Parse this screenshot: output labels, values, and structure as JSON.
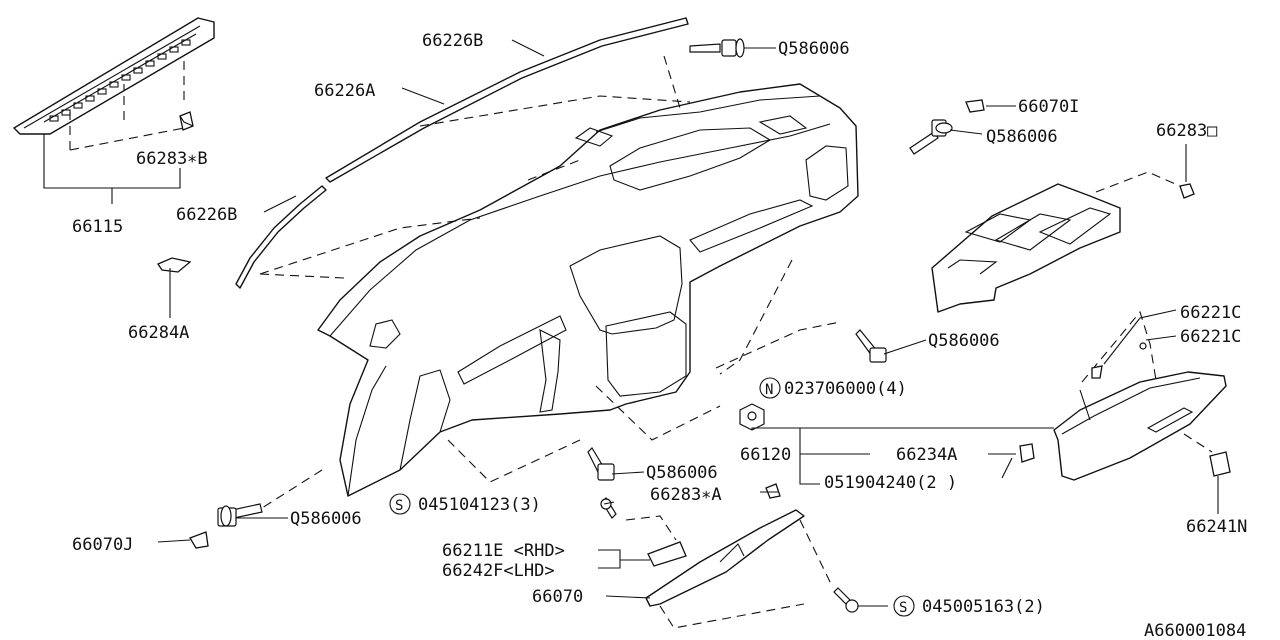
{
  "diagram_id": "A660001084",
  "labels": {
    "p66226B_top": "66226B",
    "p66226A": "66226A",
    "p66226B_left": "66226B",
    "p66115": "66115",
    "p66283B": "66283∗B",
    "p66284A": "66284A",
    "p66070J": "66070J",
    "pQ586006_top": "Q586006",
    "pQ586006_right1": "Q586006",
    "pQ586006_right2": "Q586006",
    "pQ586006_mid": "Q586006",
    "pQ586006_bottom": "Q586006",
    "p66070I": "66070I",
    "p66283_right": "66283□",
    "p66221C_1": "66221C",
    "p66221C_2": "66221C",
    "p023706000": "023706000(4)",
    "p023706000_prefix": "N",
    "p66120": "66120",
    "p66234A": "66234A",
    "p051904240": "051904240(2 )",
    "p66241N": "66241N",
    "p045104123": "045104123(3)",
    "p045104123_prefix": "S",
    "p66283A": "66283∗A",
    "p66211E": "66211E <RHD>",
    "p66242F": "66242F<LHD>",
    "p66070": "66070",
    "p045005163": "045005163(2)",
    "p045005163_prefix": "S"
  }
}
